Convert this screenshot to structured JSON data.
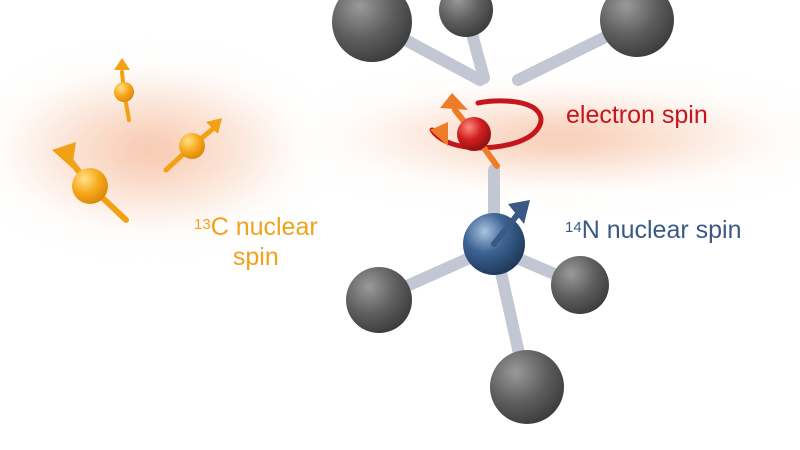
{
  "labels": {
    "electron": {
      "text": "electron spin"
    },
    "c13": {
      "sup": "13",
      "line1": "C nuclear",
      "line2": "spin"
    },
    "n14": {
      "sup": "14",
      "text": "N nuclear spin"
    }
  },
  "colors": {
    "carbon_atom": "#5e5e5e",
    "bond": "#c9ccd8",
    "electron_spin": "#c4161c",
    "electron_arrow": "#ee7d2a",
    "nitrogen_spin": "#3a5a84",
    "c13_spin": "#f2a114",
    "glow": "#f6c2a5"
  }
}
